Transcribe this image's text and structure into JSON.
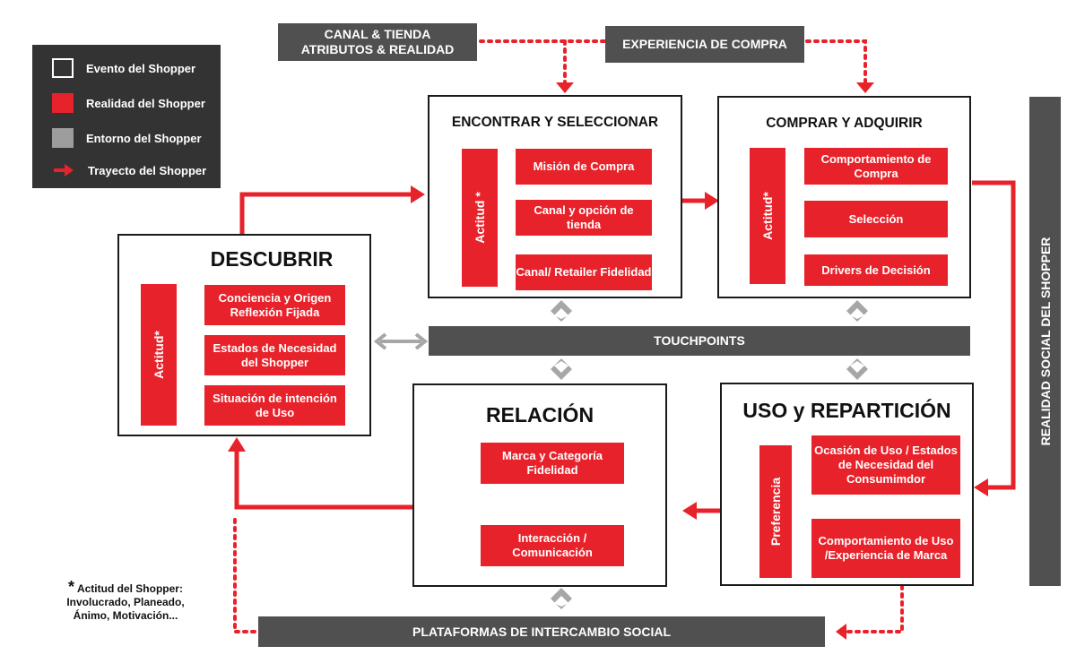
{
  "colors": {
    "red": "#e8222a",
    "dark_gray": "#505050",
    "light_gray": "#9d9d9d",
    "legend_bg": "#333333"
  },
  "legend": {
    "items": [
      {
        "label": "Evento del Shopper",
        "swatch": "white-outline-square"
      },
      {
        "label": "Realidad del Shopper",
        "swatch": "red-square"
      },
      {
        "label": "Entorno del Shopper",
        "swatch": "gray-square"
      },
      {
        "label": "Trayecto del Shopper",
        "swatch": "red-arrow-icon"
      }
    ]
  },
  "environment": {
    "canal_tienda": [
      "CANAL & TIENDA",
      "ATRIBUTOS & REALIDAD"
    ],
    "experiencia": "EXPERIENCIA DE COMPRA",
    "touchpoints": "TOUCHPOINTS",
    "plataformas": "PLATAFORMAS DE INTERCAMBIO SOCIAL",
    "realidad_social": "REALIDAD SOCIAL DEL SHOPPER"
  },
  "stages": {
    "encontrar": {
      "title": "ENCONTRAR Y SELECCIONAR",
      "side": "Actitud *",
      "items": [
        "Misión de Compra",
        "Canal y opción de tienda",
        "Canal/ Retailer Fidelidad"
      ]
    },
    "comprar": {
      "title": "COMPRAR Y ADQUIRIR",
      "side": "Actitud*",
      "items": [
        "Comportamiento de Compra",
        "Selección",
        "Drivers de Decisión"
      ]
    },
    "descubrir": {
      "title": "DESCUBRIR",
      "side": "Actitud*",
      "items": [
        "Conciencia y Origen Reflexión Fijada",
        "Estados de Necesidad del Shopper",
        "Situación de intención de Uso"
      ]
    },
    "relacion": {
      "title": "RELACIÓN",
      "items": [
        "Marca y Categoría Fidelidad",
        "Interacción / Comunicación"
      ]
    },
    "uso": {
      "title": "USO y REPARTICIÓN",
      "side": "Preferencia",
      "items": [
        "Ocasión de Uso / Estados de Necesidad del Consumimdor",
        "Comportamiento de Uso /Experiencia de Marca"
      ]
    }
  },
  "footnote": {
    "star": "*",
    "lines": [
      "Actitud del Shopper:",
      "Involucrado, Planeado,",
      "Ánimo, Motivación..."
    ]
  }
}
